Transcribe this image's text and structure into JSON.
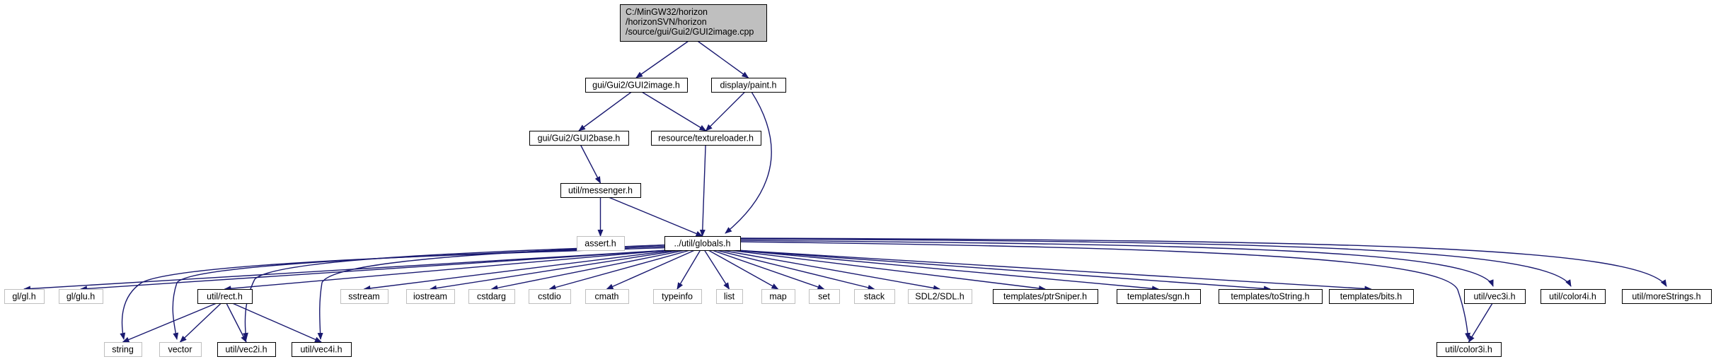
{
  "colors": {
    "root_fill": "#bfbfbf",
    "node_fill": "#ffffff",
    "node_border": "#000000",
    "system_border": "#bfbfbf",
    "edge": "#191970"
  },
  "root": {
    "lines": [
      "C:/MinGW32/horizon",
      "/horizonSVN/horizon",
      "/source/gui/Gui2/GUI2image.cpp"
    ]
  },
  "nodes": [
    {
      "id": "gui2image_h",
      "label": "gui/Gui2/GUI2image.h",
      "kind": "file"
    },
    {
      "id": "paint_h",
      "label": "display/paint.h",
      "kind": "file"
    },
    {
      "id": "gui2base_h",
      "label": "gui/Gui2/GUI2base.h",
      "kind": "file"
    },
    {
      "id": "textureloader_h",
      "label": "resource/textureloader.h",
      "kind": "file"
    },
    {
      "id": "messenger_h",
      "label": "util/messenger.h",
      "kind": "file"
    },
    {
      "id": "assert_h",
      "label": "assert.h",
      "kind": "system"
    },
    {
      "id": "globals_h",
      "label": "../util/globals.h",
      "kind": "file"
    },
    {
      "id": "gl_h",
      "label": "gl/gl.h",
      "kind": "system"
    },
    {
      "id": "glu_h",
      "label": "gl/glu.h",
      "kind": "system"
    },
    {
      "id": "rect_h",
      "label": "util/rect.h",
      "kind": "file"
    },
    {
      "id": "sstream",
      "label": "sstream",
      "kind": "system"
    },
    {
      "id": "iostream",
      "label": "iostream",
      "kind": "system"
    },
    {
      "id": "cstdarg",
      "label": "cstdarg",
      "kind": "system"
    },
    {
      "id": "cstdio",
      "label": "cstdio",
      "kind": "system"
    },
    {
      "id": "cmath",
      "label": "cmath",
      "kind": "system"
    },
    {
      "id": "typeinfo",
      "label": "typeinfo",
      "kind": "system"
    },
    {
      "id": "list",
      "label": "list",
      "kind": "system"
    },
    {
      "id": "map",
      "label": "map",
      "kind": "system"
    },
    {
      "id": "set",
      "label": "set",
      "kind": "system"
    },
    {
      "id": "stack",
      "label": "stack",
      "kind": "system"
    },
    {
      "id": "sdl_h",
      "label": "SDL2/SDL.h",
      "kind": "system"
    },
    {
      "id": "ptrsniper_h",
      "label": "templates/ptrSniper.h",
      "kind": "file"
    },
    {
      "id": "sgn_h",
      "label": "templates/sgn.h",
      "kind": "file"
    },
    {
      "id": "tostring_h",
      "label": "templates/toString.h",
      "kind": "file"
    },
    {
      "id": "bits_h",
      "label": "templates/bits.h",
      "kind": "file"
    },
    {
      "id": "vec3i_h",
      "label": "util/vec3i.h",
      "kind": "file"
    },
    {
      "id": "color4i_h",
      "label": "util/color4i.h",
      "kind": "file"
    },
    {
      "id": "morestrings_h",
      "label": "util/moreStrings.h",
      "kind": "file"
    },
    {
      "id": "string",
      "label": "string",
      "kind": "system"
    },
    {
      "id": "vector",
      "label": "vector",
      "kind": "system"
    },
    {
      "id": "vec2i_h",
      "label": "util/vec2i.h",
      "kind": "file"
    },
    {
      "id": "vec4i_h",
      "label": "util/vec4i.h",
      "kind": "file"
    },
    {
      "id": "color3i_h",
      "label": "util/color3i.h",
      "kind": "file"
    }
  ],
  "edges": [
    [
      "root",
      "gui2image_h"
    ],
    [
      "root",
      "paint_h"
    ],
    [
      "gui2image_h",
      "gui2base_h"
    ],
    [
      "gui2image_h",
      "textureloader_h"
    ],
    [
      "paint_h",
      "textureloader_h"
    ],
    [
      "paint_h",
      "globals_h"
    ],
    [
      "gui2base_h",
      "messenger_h"
    ],
    [
      "textureloader_h",
      "globals_h"
    ],
    [
      "messenger_h",
      "assert_h"
    ],
    [
      "messenger_h",
      "globals_h"
    ],
    [
      "globals_h",
      "gl_h"
    ],
    [
      "globals_h",
      "glu_h"
    ],
    [
      "globals_h",
      "rect_h"
    ],
    [
      "globals_h",
      "sstream"
    ],
    [
      "globals_h",
      "iostream"
    ],
    [
      "globals_h",
      "cstdarg"
    ],
    [
      "globals_h",
      "cstdio"
    ],
    [
      "globals_h",
      "cmath"
    ],
    [
      "globals_h",
      "typeinfo"
    ],
    [
      "globals_h",
      "list"
    ],
    [
      "globals_h",
      "map"
    ],
    [
      "globals_h",
      "set"
    ],
    [
      "globals_h",
      "stack"
    ],
    [
      "globals_h",
      "sdl_h"
    ],
    [
      "globals_h",
      "ptrsniper_h"
    ],
    [
      "globals_h",
      "sgn_h"
    ],
    [
      "globals_h",
      "tostring_h"
    ],
    [
      "globals_h",
      "bits_h"
    ],
    [
      "globals_h",
      "vec3i_h"
    ],
    [
      "globals_h",
      "color4i_h"
    ],
    [
      "globals_h",
      "morestrings_h"
    ],
    [
      "globals_h",
      "string"
    ],
    [
      "globals_h",
      "vector"
    ],
    [
      "globals_h",
      "vec2i_h"
    ],
    [
      "globals_h",
      "vec4i_h"
    ],
    [
      "globals_h",
      "color3i_h"
    ],
    [
      "rect_h",
      "string"
    ],
    [
      "rect_h",
      "vector"
    ],
    [
      "rect_h",
      "vec2i_h"
    ],
    [
      "rect_h",
      "vec4i_h"
    ],
    [
      "vec3i_h",
      "color3i_h"
    ]
  ]
}
